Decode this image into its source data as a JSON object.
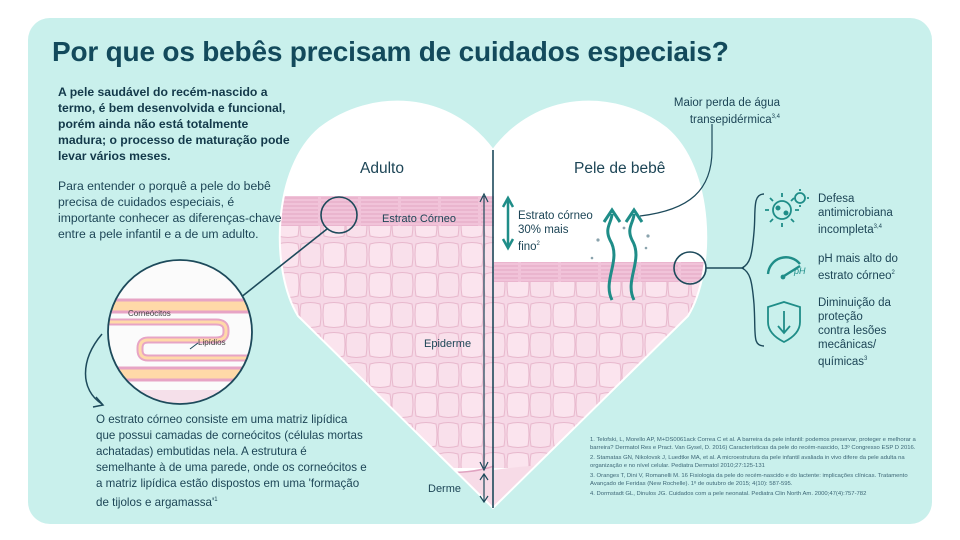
{
  "title": "Por que os bebês precisam de cuidados especiais?",
  "intro": "A pele saudável do recém-nascido a termo, é bem desenvolvida e funcional, porém ainda não está totalmente madura; o processo de maturação pode levar vários meses.",
  "para": "Para entender o porquê a pele do bebê precisa de cuidados especiais, é importante conhecer as diferenças-chave entre a pele infantil e a de um adulto.",
  "inset": {
    "corneocytes": "Corneócitos",
    "lipids": "Lipídios"
  },
  "bottom_text": "O estrato córneo consiste em uma matriz lipídica que possui camadas de corneócitos (células mortas achatadas) embutidas nela. A estrutura é semelhante à de uma parede, onde os corneócitos e a matriz lipídica estão dispostos em uma 'formação de tijolos e argamassa'",
  "bottom_sup": "1",
  "adult": {
    "title": "Adulto",
    "stratum": "Estrato Córneo",
    "epidermis": "Epiderme",
    "dermis": "Derme"
  },
  "baby": {
    "title": "Pele de bebê",
    "stratum_line1": "Estrato córneo",
    "stratum_line2": "30% mais",
    "stratum_line3": "fino",
    "stratum_sup": "2"
  },
  "water_loss": {
    "line1": "Maior perda de água",
    "line2": "transepidérmica",
    "sup": "3,4"
  },
  "features": [
    {
      "icon": "bacteria-icon",
      "lines": [
        "Defesa",
        "antimicrobiana",
        "incompleta"
      ],
      "sup": "3,4"
    },
    {
      "icon": "ph-gauge-icon",
      "lines": [
        "pH mais alto do",
        "estrato córneo"
      ],
      "sup": "2",
      "badge": "pH"
    },
    {
      "icon": "shield-icon",
      "lines": [
        "Diminuição da",
        "proteção",
        "contra lesões",
        "mecânicas/",
        "químicas"
      ],
      "sup": "3"
    }
  ],
  "references": [
    "1. Telofski, L, Morello AP, M+DS0061ack Correa C et al. A barreira da pele infantil: podemos preservar, proteger e melhorar a barreira? Dermatol Res e Pract. Van Gysel, D. 2016) Características da pele do recém-nascido, 13º Congresso ESP D 2016.",
    "2. Stamatas GN, Nikolovsk J, Luedtke MA, et al. A microestrutura da pele infantil avaliada in vivo difere da pele adulta na organização e no nível celular. Pediatra Dermatol 2010;27:125-131",
    "3. Oranges T, Dini V, Romanelli M. 16 Fisiologia da pele do recém-nascido e do lactente: implicações clínicas. Tratamento Avançado de Feridas (New Rochelle). 1º de outubro de 2015; 4(10): 587-595.",
    "4. Dormstadt GL, Dinulos JG. Cuidados com a pele neonatal. Pediatra Clin North Am. 2000;47(4):757-782"
  ],
  "colors": {
    "background": "#c9f0ec",
    "heading": "#134a5c",
    "teal_arrow": "#1f8d88",
    "skin": "#f6d8e6",
    "stratum": "#f1c3d9"
  }
}
